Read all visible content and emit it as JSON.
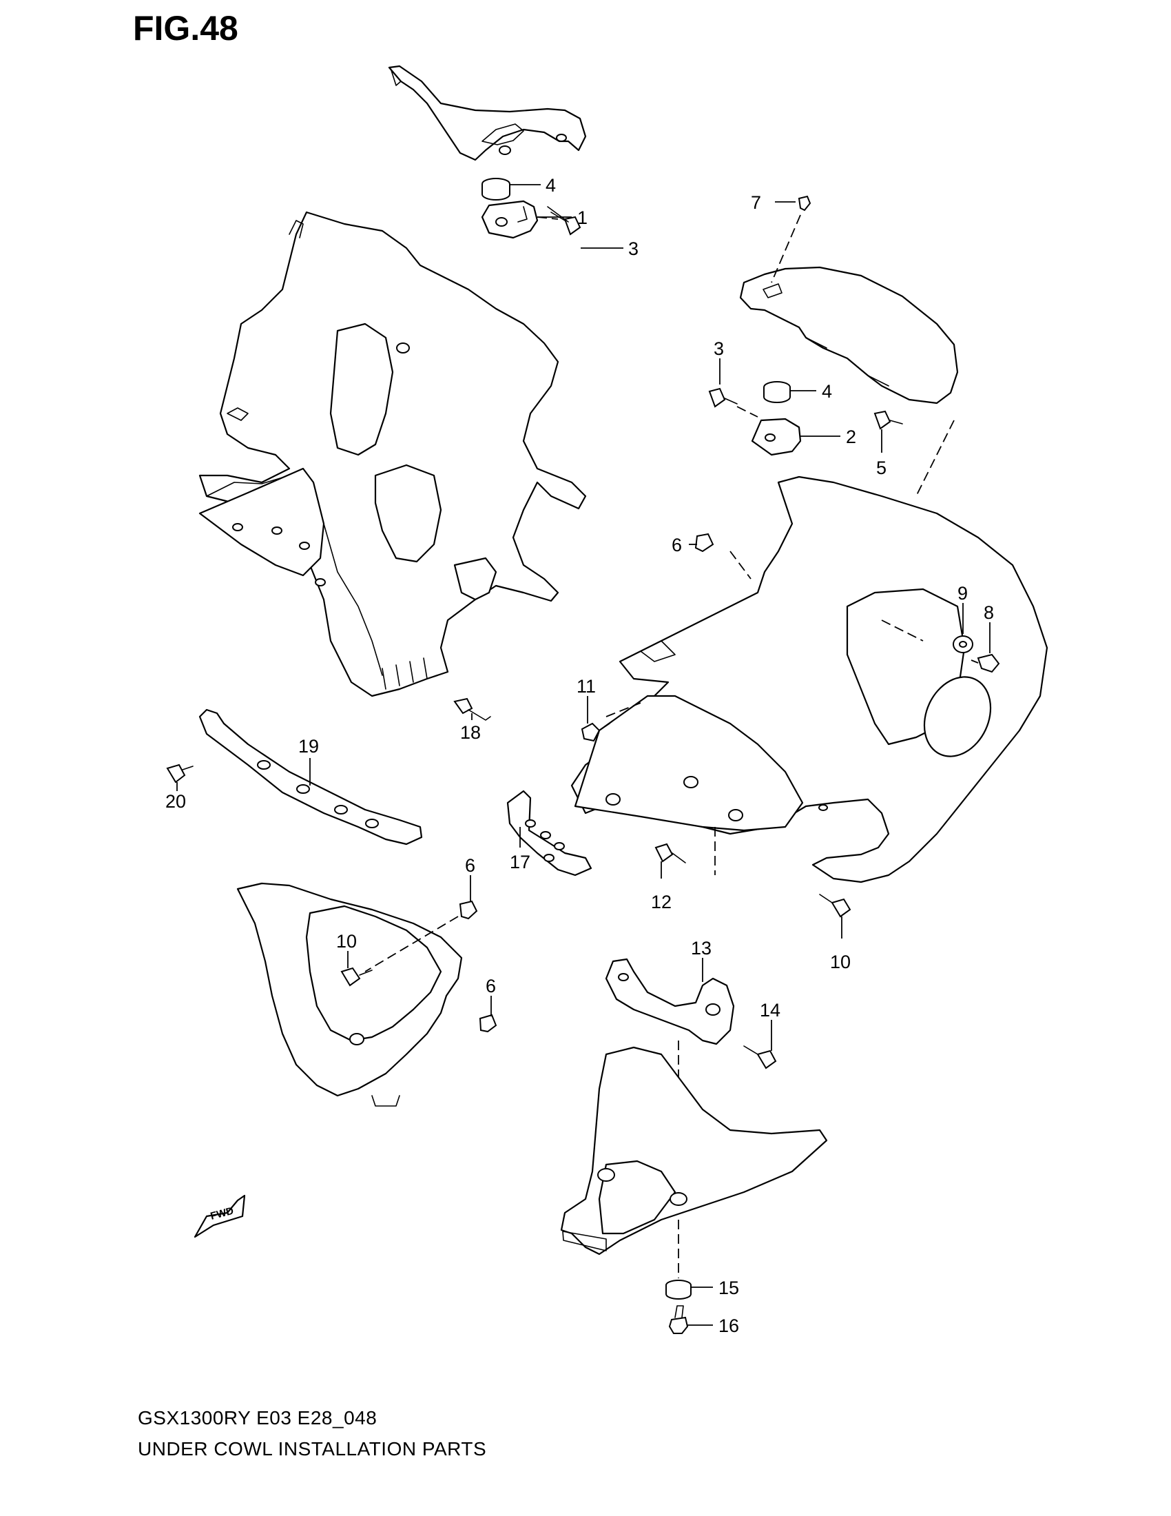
{
  "figure_title": "FIG.48",
  "footer": {
    "model_line": "GSX1300RY E03 E28_048",
    "description": "UNDER COWL INSTALLATION PARTS"
  },
  "fwd_label": "FWD",
  "callouts": [
    "4",
    "1",
    "3",
    "7",
    "3",
    "4",
    "2",
    "5",
    "6",
    "9",
    "8",
    "11",
    "18",
    "19",
    "20",
    "17",
    "12",
    "6",
    "10",
    "10",
    "6",
    "13",
    "14",
    "15",
    "16"
  ]
}
